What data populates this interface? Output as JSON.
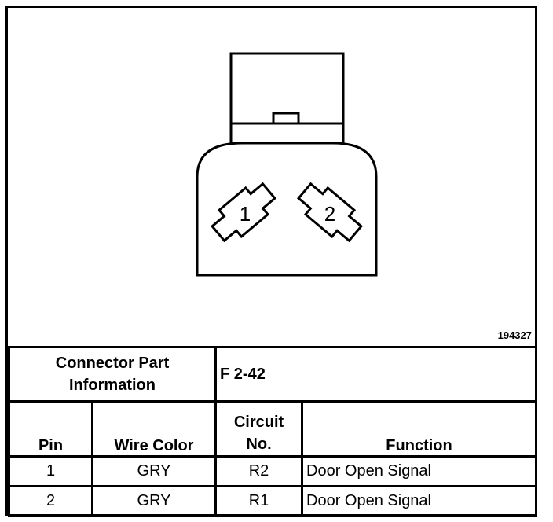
{
  "diagram": {
    "figure_number": "194327",
    "terminals": [
      "1",
      "2"
    ]
  },
  "table": {
    "part_info_label": "Connector Part Information",
    "part_info_value": "F 2-42",
    "headers": {
      "pin": "Pin",
      "wire_color": "Wire Color",
      "circuit": "Circuit No.",
      "function": "Function"
    },
    "rows": [
      {
        "pin": "1",
        "wire_color": "GRY",
        "circuit": "R2",
        "function": "Door Open Signal"
      },
      {
        "pin": "2",
        "wire_color": "GRY",
        "circuit": "R1",
        "function": "Door Open Signal"
      }
    ]
  }
}
